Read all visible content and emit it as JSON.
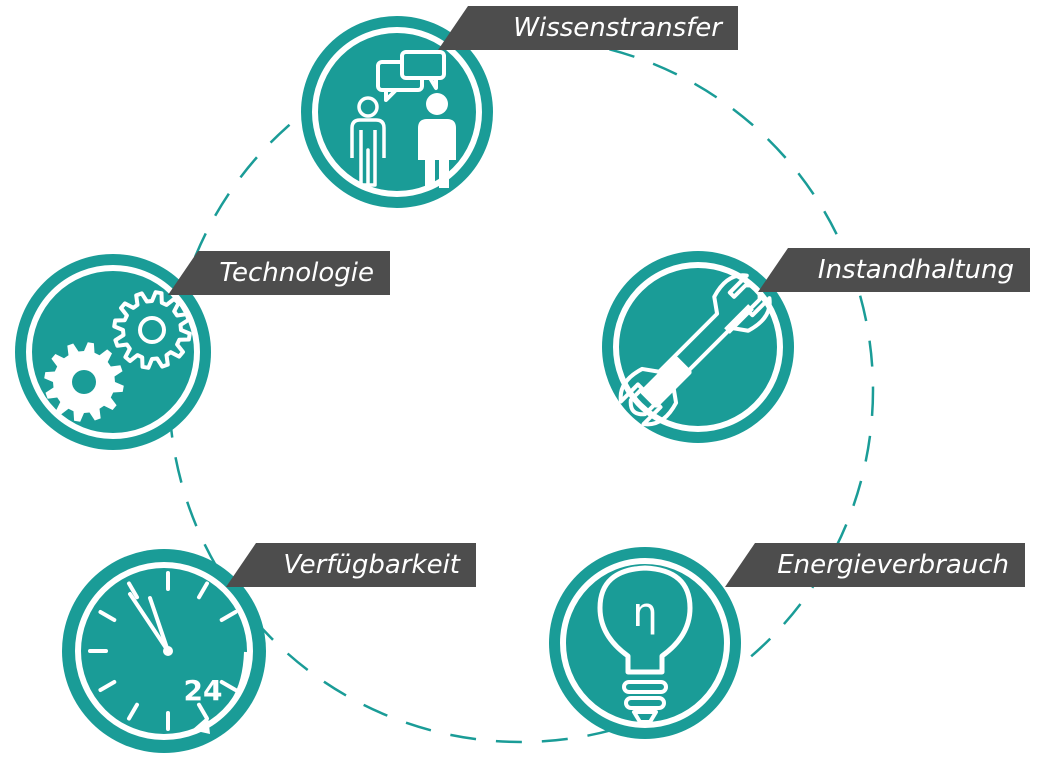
{
  "nodes": [
    {
      "id": "wissenstransfer",
      "label": "Wissenstransfer",
      "icon": "people-talking-icon"
    },
    {
      "id": "instandhaltung",
      "label": "Instandhaltung",
      "icon": "wrench-screwdriver-icon"
    },
    {
      "id": "energieverbrauch",
      "label": "Energieverbrauch",
      "icon": "lightbulb-eta-icon"
    },
    {
      "id": "verfuegbarkeit",
      "label": "Verfügbarkeit",
      "icon": "clock-24-icon"
    },
    {
      "id": "technologie",
      "label": "Technologie",
      "icon": "gears-icon"
    }
  ],
  "clock_text": "24",
  "bulb_symbol": "η",
  "colors": {
    "teal": "#1a9c97",
    "label_bg": "#4d4d4d",
    "white": "#ffffff"
  }
}
